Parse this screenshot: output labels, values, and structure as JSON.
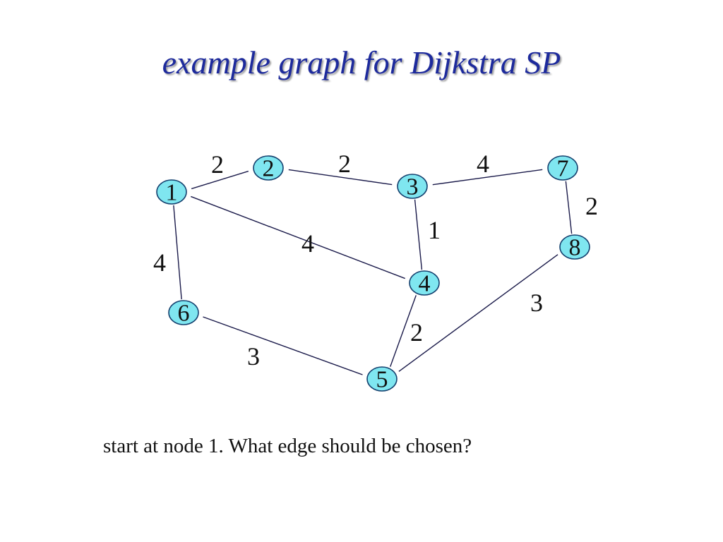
{
  "title": "example graph for Dijkstra SP",
  "question": "start at node 1. What edge should be chosen?",
  "colors": {
    "title": "#1d2a9c",
    "node_fill": "#7fe6f0",
    "node_stroke": "#14406e",
    "edge": "#1a1a4a",
    "text": "#111111"
  },
  "graph": {
    "nodes": [
      {
        "id": "1",
        "label": "1"
      },
      {
        "id": "2",
        "label": "2"
      },
      {
        "id": "3",
        "label": "3"
      },
      {
        "id": "4",
        "label": "4"
      },
      {
        "id": "5",
        "label": "5"
      },
      {
        "id": "6",
        "label": "6"
      },
      {
        "id": "7",
        "label": "7"
      },
      {
        "id": "8",
        "label": "8"
      }
    ],
    "edges": [
      {
        "from": "1",
        "to": "2",
        "weight": "2"
      },
      {
        "from": "2",
        "to": "3",
        "weight": "2"
      },
      {
        "from": "3",
        "to": "7",
        "weight": "4"
      },
      {
        "from": "7",
        "to": "8",
        "weight": "2"
      },
      {
        "from": "3",
        "to": "4",
        "weight": "1"
      },
      {
        "from": "1",
        "to": "4",
        "weight": "4"
      },
      {
        "from": "1",
        "to": "6",
        "weight": "4"
      },
      {
        "from": "8",
        "to": "5",
        "weight": "3"
      },
      {
        "from": "4",
        "to": "5",
        "weight": "2"
      },
      {
        "from": "6",
        "to": "5",
        "weight": "3"
      }
    ]
  }
}
